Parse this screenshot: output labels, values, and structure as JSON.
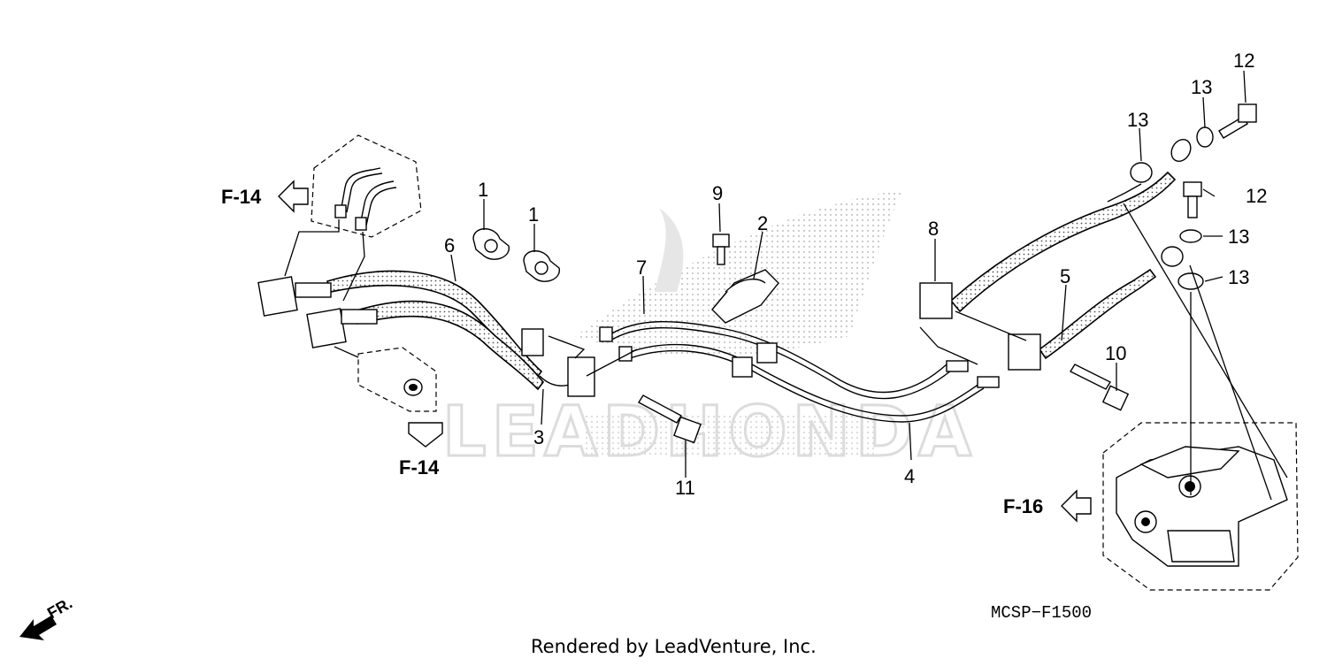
{
  "diagram": {
    "callouts": [
      "1",
      "1",
      "2",
      "3",
      "4",
      "5",
      "6",
      "7",
      "8",
      "9",
      "10",
      "11",
      "12",
      "12",
      "13",
      "13",
      "13",
      "13"
    ],
    "references": [
      "F-14",
      "F-14",
      "F-16"
    ],
    "front_label": "FR.",
    "watermark": "LEADHONDA",
    "diagram_code": "MCSP−F1500",
    "credit": "Rendered by LeadVenture, Inc."
  }
}
